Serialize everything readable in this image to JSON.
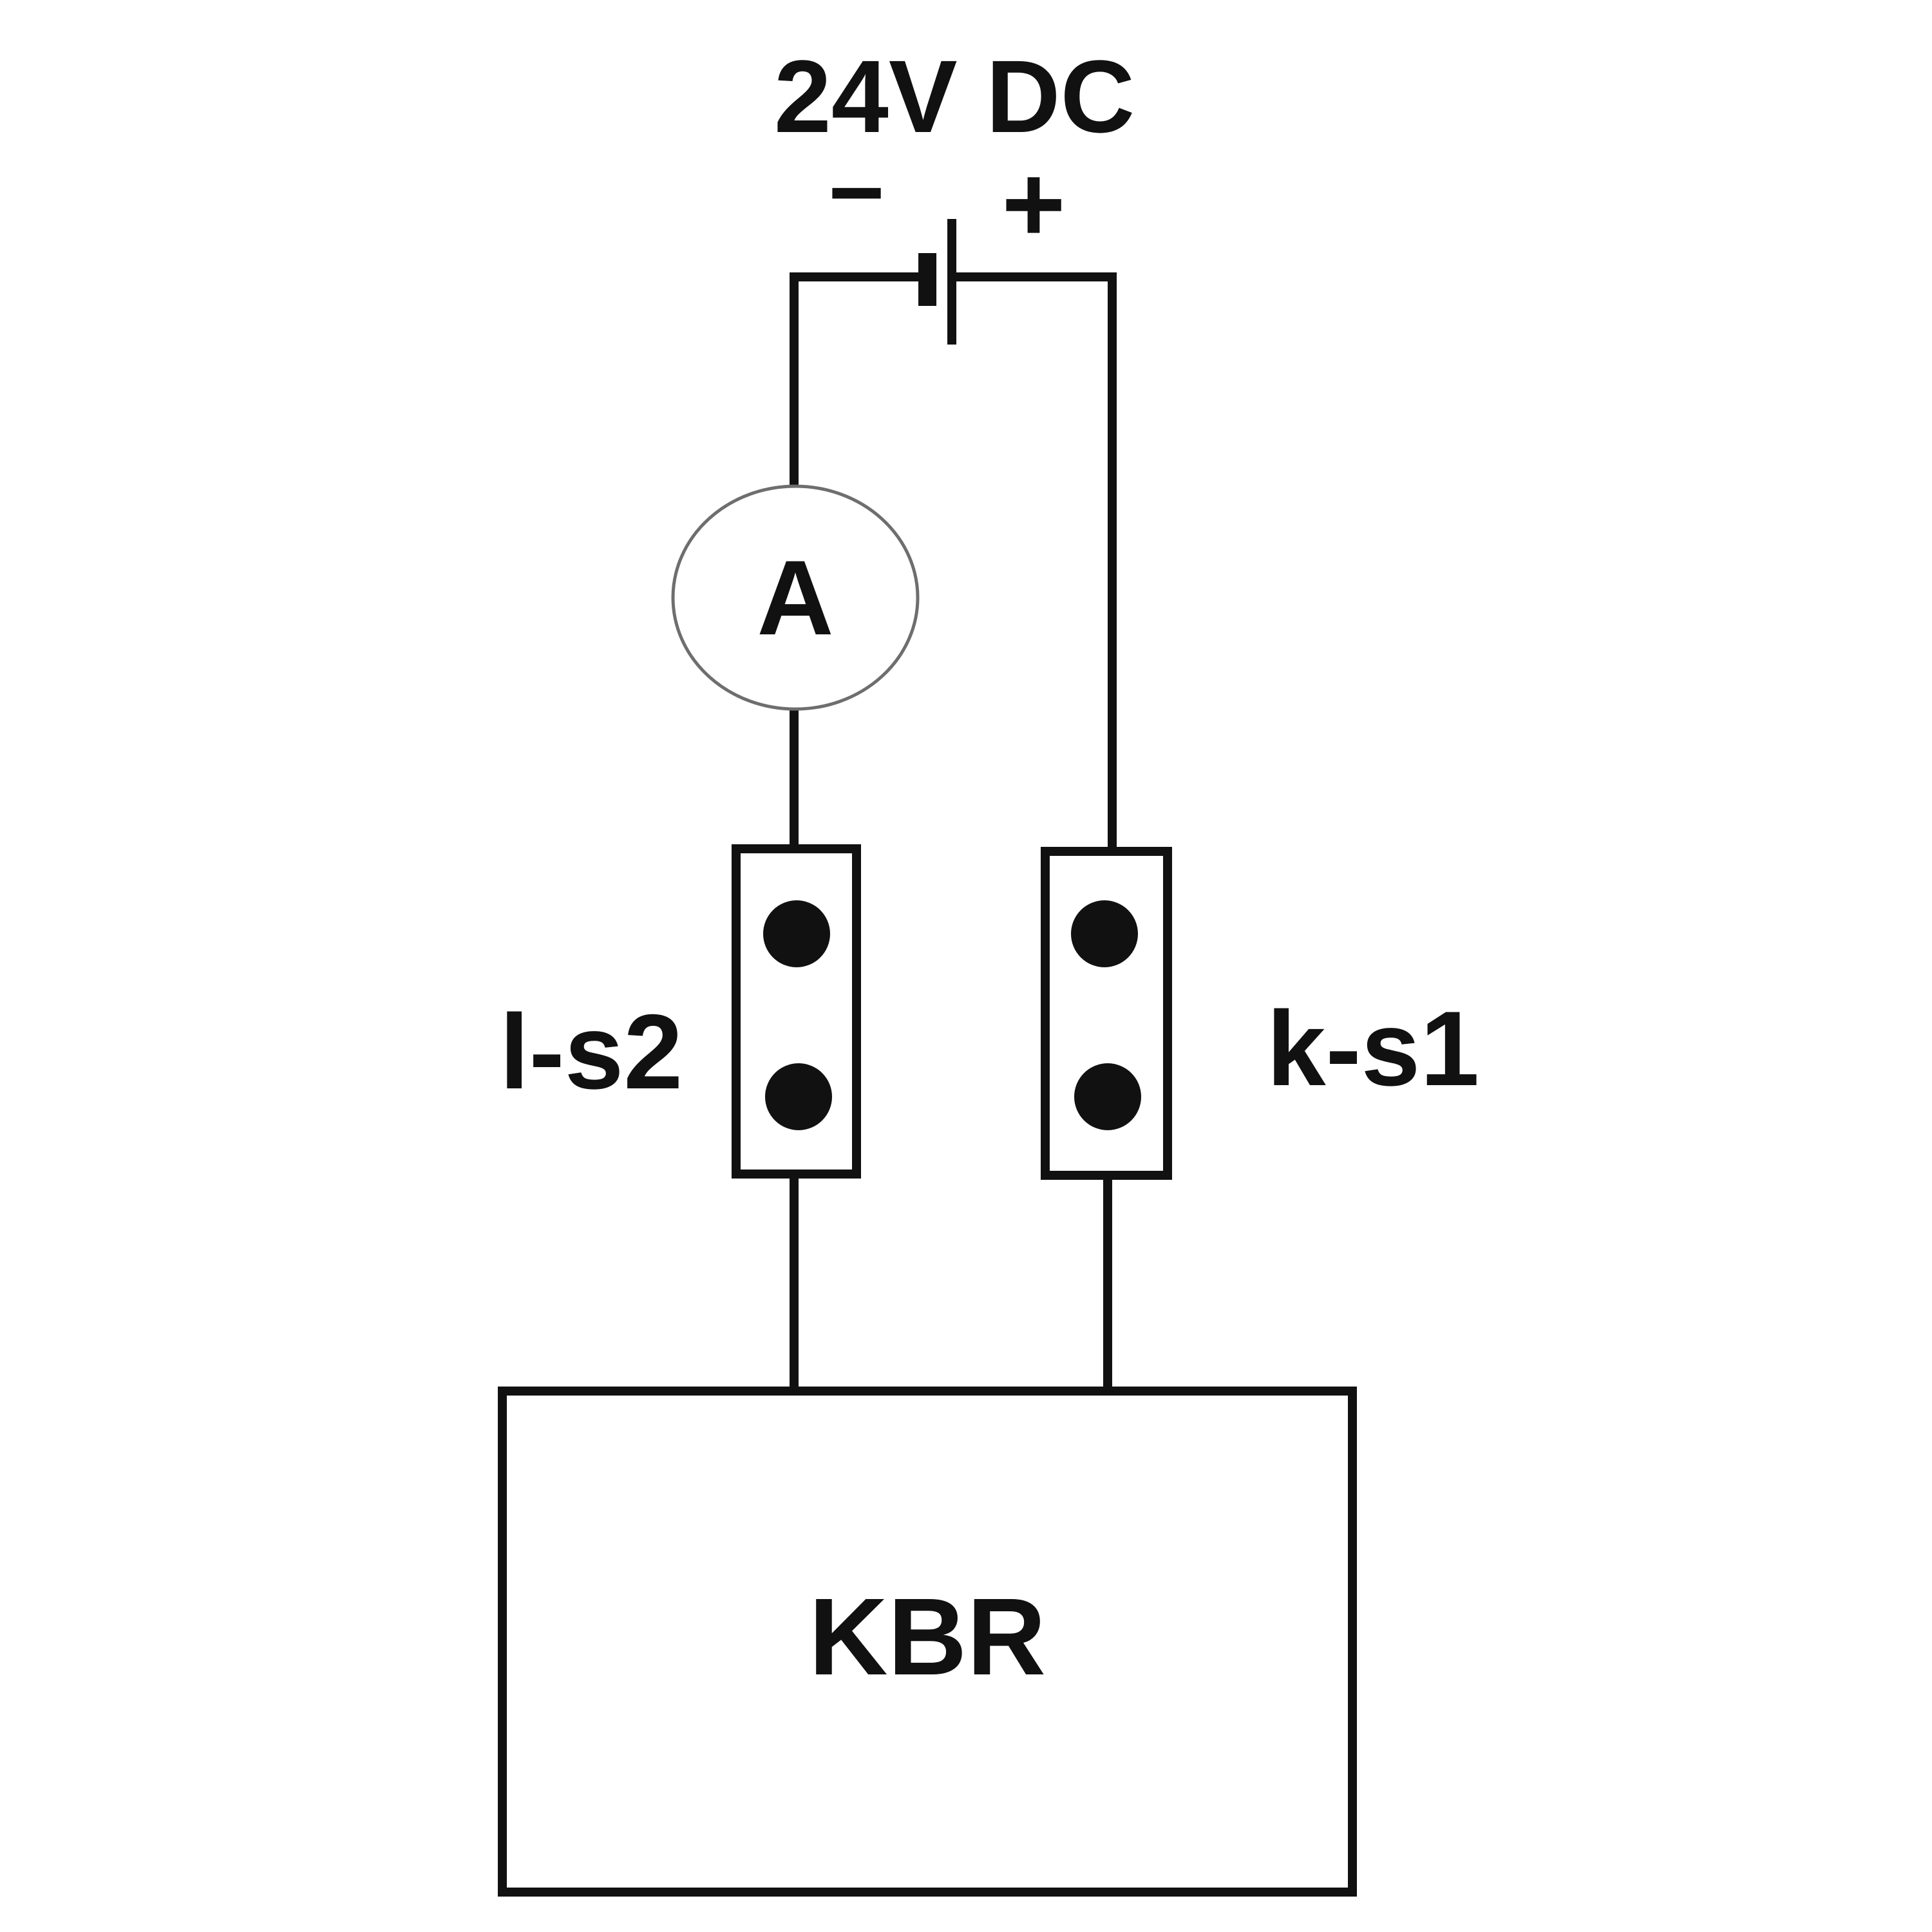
{
  "source": {
    "voltage_label": "24V DC",
    "minus_sign": "−",
    "plus_sign": "+"
  },
  "ammeter": {
    "symbol": "A"
  },
  "terminals": [
    {
      "label": "l-s2"
    },
    {
      "label": "k-s1"
    }
  ],
  "device": {
    "label": "KBR"
  },
  "colors": {
    "line": "#111111",
    "meter_outline": "#6e6e6e",
    "background": "#ffffff"
  }
}
